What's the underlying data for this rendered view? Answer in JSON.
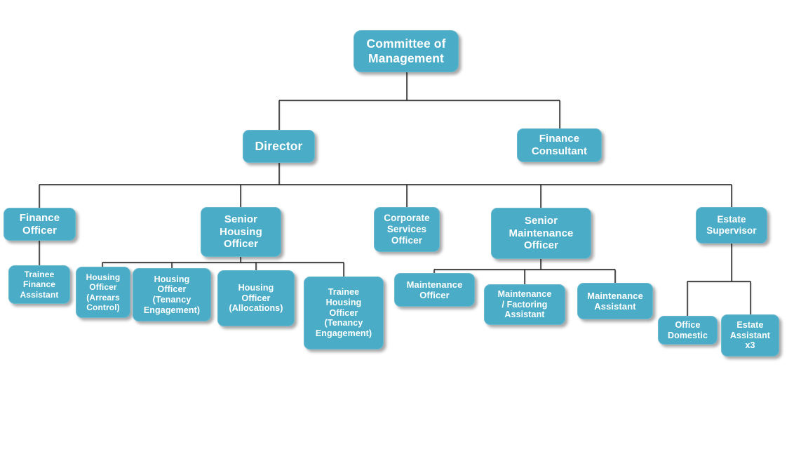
{
  "diagram": {
    "type": "org-chart",
    "style": {
      "background": "#ffffff",
      "node_fill": "#4AACC6",
      "node_border": "#6BB9CE",
      "node_text_color": "#ffffff",
      "connector_color": "#1a1a1a"
    },
    "nodes": {
      "committee": {
        "label": "Committee of\nManagement",
        "reports_to": null
      },
      "director": {
        "label": "Director",
        "reports_to": "committee"
      },
      "finance_consultant": {
        "label": "Finance\nConsultant",
        "reports_to": "committee"
      },
      "finance_officer": {
        "label": "Finance\nOfficer",
        "reports_to": "director"
      },
      "senior_housing_officer": {
        "label": "Senior\nHousing\nOfficer",
        "reports_to": "director"
      },
      "corporate_services_officer": {
        "label": "Corporate\nServices\nOfficer",
        "reports_to": "director"
      },
      "senior_maintenance_officer": {
        "label": "Senior\nMaintenance\nOfficer",
        "reports_to": "director"
      },
      "estate_supervisor": {
        "label": "Estate\nSupervisor",
        "reports_to": "director"
      },
      "trainee_finance_assistant": {
        "label": "Trainee\nFinance\nAssistant",
        "reports_to": "finance_officer"
      },
      "housing_officer_arrears": {
        "label": "Housing\nOfficer\n(Arrears\nControl)",
        "reports_to": "senior_housing_officer"
      },
      "housing_officer_tenancy": {
        "label": "Housing\nOfficer\n(Tenancy\nEngagement)",
        "reports_to": "senior_housing_officer"
      },
      "housing_officer_allocations": {
        "label": "Housing\nOfficer\n(Allocations)",
        "reports_to": "senior_housing_officer"
      },
      "trainee_housing_officer": {
        "label": "Trainee\nHousing\nOfficer\n(Tenancy\nEngagement)",
        "reports_to": "senior_housing_officer"
      },
      "maintenance_officer": {
        "label": "Maintenance\nOfficer",
        "reports_to": "senior_maintenance_officer"
      },
      "maintenance_factoring_assistant": {
        "label": "Maintenance\n/ Factoring\nAssistant",
        "reports_to": "senior_maintenance_officer"
      },
      "maintenance_assistant": {
        "label": "Maintenance\nAssistant",
        "reports_to": "senior_maintenance_officer"
      },
      "office_domestic": {
        "label": "Office\nDomestic",
        "reports_to": "estate_supervisor"
      },
      "estate_assistant": {
        "label": "Estate\nAssistant\nx3",
        "reports_to": "estate_supervisor"
      }
    }
  }
}
